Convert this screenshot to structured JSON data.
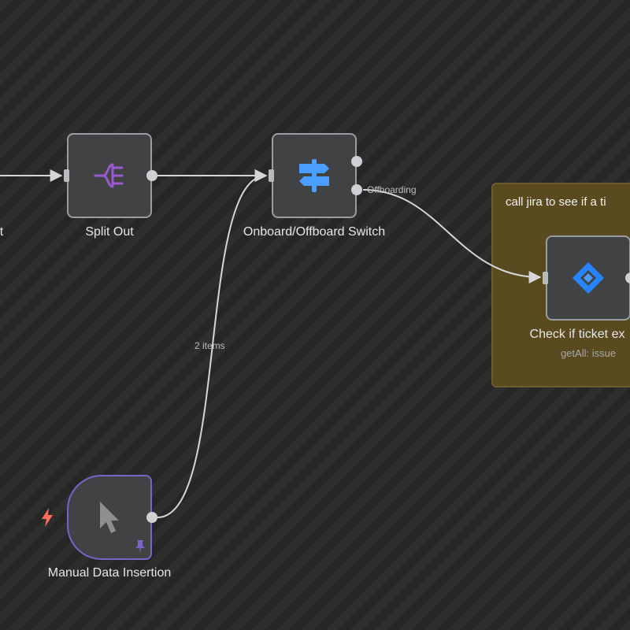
{
  "canvas": {
    "background": "#2a2a2a"
  },
  "nodes": {
    "partial_left": {
      "label": "t"
    },
    "split_out": {
      "label": "Split Out",
      "icon": "split-out-icon",
      "icon_color": "#9b59d0"
    },
    "switch": {
      "label": "Onboard/Offboard Switch",
      "icon": "signpost-icon",
      "icon_color": "#4a9eff"
    },
    "manual_insertion": {
      "label": "Manual Data Insertion",
      "icon": "cursor-icon",
      "trigger_icon": "lightning-icon",
      "pin_icon": "pin-icon",
      "trigger_color": "#ff6d5a",
      "pin_color": "#7a63c9"
    },
    "check_ticket": {
      "label": "Check if ticket ex",
      "subtitle": "getAll: issue",
      "icon": "jira-icon",
      "icon_color": "#2684ff"
    }
  },
  "edges": {
    "offboarding_label": "Offboarding",
    "items_label": "2 items"
  },
  "sticky_note": {
    "text": "call jira to see if a ti",
    "color": "#5a4a20"
  }
}
